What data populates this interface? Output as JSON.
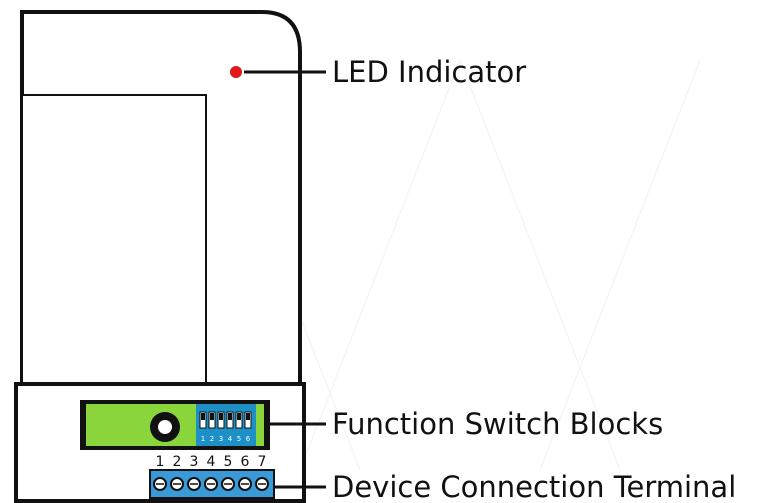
{
  "labels": {
    "led": "LED Indicator",
    "switch": "Function Switch Blocks",
    "terminal": "Device Connection Terminal"
  },
  "terminal": {
    "numbers": [
      "1",
      "2",
      "3",
      "4",
      "5",
      "6",
      "7"
    ]
  },
  "switch_block": {
    "positions": [
      "1",
      "2",
      "3",
      "4",
      "5",
      "6"
    ]
  },
  "colors": {
    "led": "#e01818",
    "switch_board": "#8ad43c",
    "dip_switch": "#1e90c8",
    "terminal_block": "#3a9ad8",
    "outline": "#111111"
  }
}
